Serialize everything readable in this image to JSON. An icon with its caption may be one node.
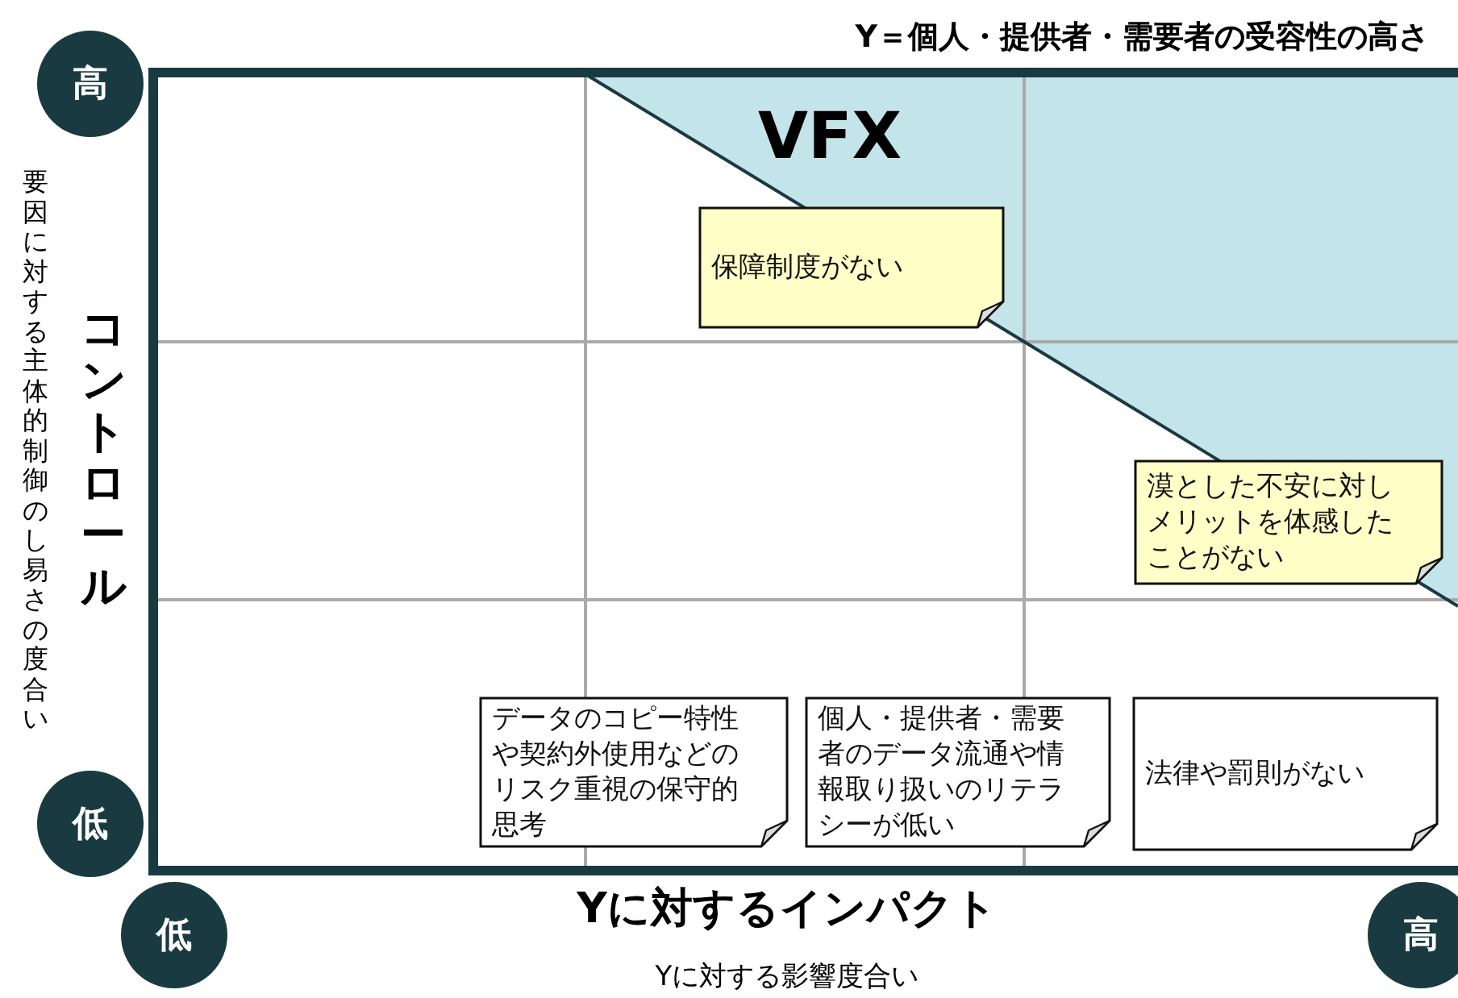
{
  "diagram": {
    "title": "Y＝個人・提供者・需要者の受容性の高さ",
    "nodes": [
      {
        "text": [
          "高"
        ]
      },
      {
        "text": [
          "保障制度がない"
        ]
      },
      {
        "text": [
          "漠とした不安に対しメリットを体感したことがない"
        ]
      },
      {
        "text": [
          "データのコピー特性や契約外使用などのリスク重視の保守的思考"
        ]
      },
      {
        "text": [
          "個人・提供者・需要者のデータ流通や情報取り扱いのリテラシーが低い"
        ]
      },
      {
        "text": [
          "法律や罰則がない"
        ]
      },
      {
        "text": [
          "低"
        ]
      },
      {
        "text": [
          "低"
        ]
      },
      {
        "text": [
          "高"
        ]
      }
    ],
    "edges": [],
    "labels": [
      "VFX",
      "コントロール",
      "要因に対する主体的制御のし易さの度合い",
      "Yに対するインパクト",
      "Yに対する影響度合い"
    ]
  }
}
